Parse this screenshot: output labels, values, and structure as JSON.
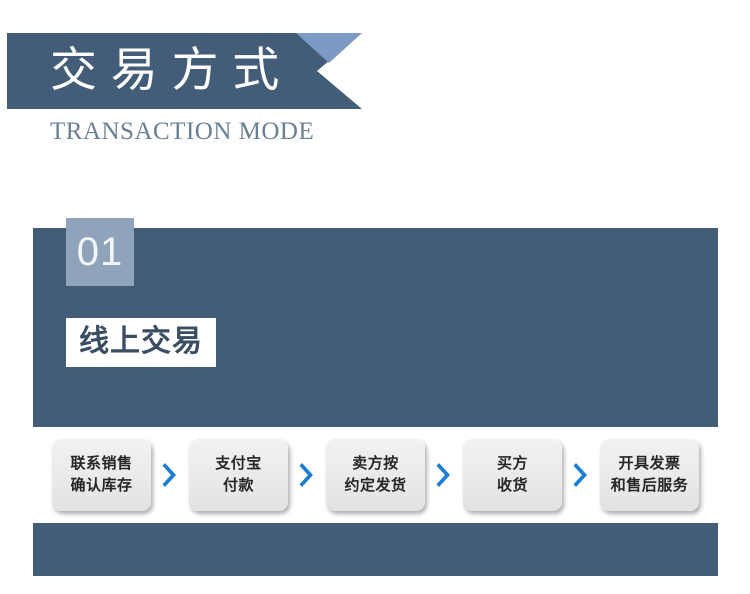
{
  "header": {
    "title_cn": "交 易 方 式",
    "title_plain": "交易方式",
    "subtitle_en": "TRANSACTION MODE",
    "ribbon_dark_color": "#435d79",
    "ribbon_light_color": "#7c9bc4"
  },
  "section": {
    "number": "01",
    "number_badge_color": "#8fa4bb",
    "title_cn": "线上交易",
    "panel_color": "#435d79",
    "title_box_bg": "#ffffff",
    "title_text_color": "#3b4d63"
  },
  "flow": {
    "arrow_color": "#1a7fd4",
    "strip_bg": "#ffffff",
    "steps": [
      {
        "line1": "联系销售",
        "line2": "确认库存"
      },
      {
        "line1": "支付宝",
        "line2": "付款"
      },
      {
        "line1": "卖方按",
        "line2": "约定发货"
      },
      {
        "line1": "买方",
        "line2": "收货"
      },
      {
        "line1": "开具发票",
        "line2": "和售后服务"
      }
    ]
  }
}
